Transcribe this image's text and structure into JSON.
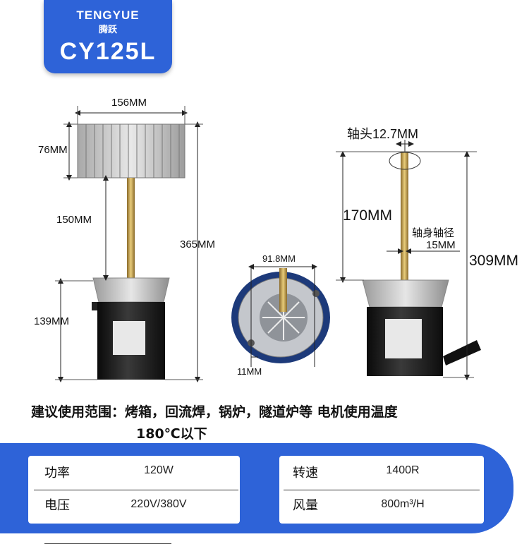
{
  "brand": {
    "name_en": "TENGYUE",
    "name_cn": "腾跃",
    "model": "CY125L"
  },
  "colors": {
    "accent": "#2e63d8",
    "motor_body": "#1a1a1a",
    "motor_cap": "#c9c9c9",
    "shaft": "#c9a24a"
  },
  "left_figure": {
    "width_label": "156MM",
    "impeller_height_label": "76MM",
    "shaft_label": "150MM",
    "total_height_label": "365MM",
    "motor_height_label": "139MM"
  },
  "center_figure": {
    "diameter_label": "91.8MM",
    "hole_label": "11MM"
  },
  "right_figure": {
    "shaft_head_label": "轴头12.7MM",
    "shaft_length_label": "170MM",
    "shaft_diameter_caption": "轴身轴径",
    "shaft_diameter_label": "15MM",
    "total_height_label": "309MM"
  },
  "usage": {
    "line1": "建议使用范围：烤箱，回流焊，锅炉，隧道炉等 电机使用温度",
    "line2": "180℃以下"
  },
  "specs": {
    "power_label": "功率",
    "power_value": "120W",
    "voltage_label": "电压",
    "voltage_value": "220V/380V",
    "speed_label": "转速",
    "speed_value": "1400R",
    "airflow_label": "风量",
    "airflow_value": "800m³/H"
  }
}
